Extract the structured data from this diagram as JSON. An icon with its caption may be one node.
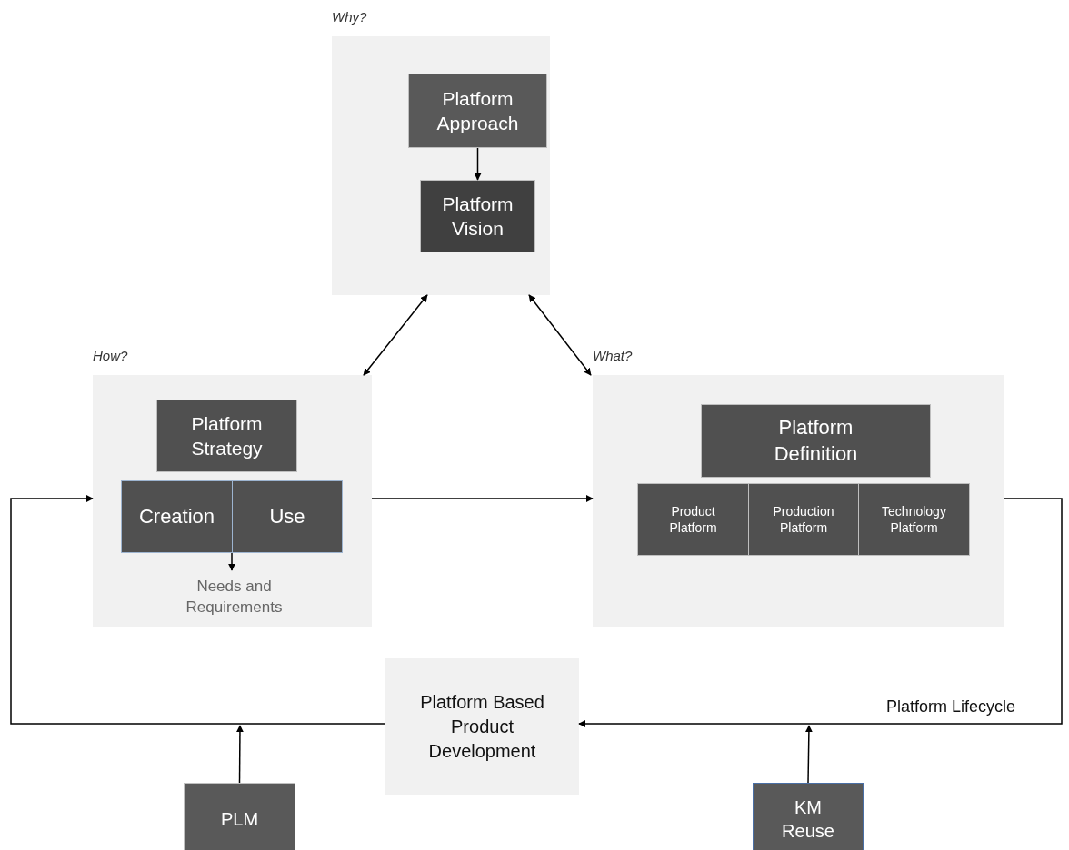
{
  "diagram": {
    "nodes": [
      {
        "text": [
          "Why?"
        ]
      },
      {
        "text": [
          "Platform Approach"
        ],
        "in": 0
      },
      {
        "text": [
          "Platform Vision"
        ],
        "in": 0
      },
      {
        "text": [
          "How?"
        ]
      },
      {
        "text": [
          "Platform Strategy"
        ],
        "in": 3
      },
      {
        "text": [
          "Creation"
        ],
        "in": 3
      },
      {
        "text": [
          "Use"
        ],
        "in": 3
      },
      {
        "text": [
          "Needs and Requirements"
        ],
        "in": 3
      },
      {
        "text": [
          "What?"
        ]
      },
      {
        "text": [
          "Platform Definition"
        ],
        "in": 8
      },
      {
        "text": [
          "Product Platform"
        ],
        "in": 8
      },
      {
        "text": [
          "Production Platform"
        ],
        "in": 8
      },
      {
        "text": [
          "Technology Platform"
        ],
        "in": 8
      },
      {
        "text": [
          "Platform Based Product Development"
        ]
      },
      {
        "text": [
          "PLM"
        ]
      },
      {
        "text": [
          "KM Reuse"
        ]
      }
    ],
    "edges": [
      {
        "from": 1,
        "to": 2,
        "arrow": "to"
      },
      {
        "from": 3,
        "to": 0,
        "arrow": "both"
      },
      {
        "from": 0,
        "to": 8,
        "arrow": "both"
      },
      {
        "from": 5,
        "to": 7,
        "arrow": "to"
      },
      {
        "from": 3,
        "to": 8,
        "arrow": "to"
      },
      {
        "from": 8,
        "to": 13,
        "arrow": "to",
        "label": "Platform Lifecycle"
      },
      {
        "from": 13,
        "to": 3,
        "arrow": "to"
      },
      {
        "from": 14,
        "to": null,
        "arrow": "to"
      },
      {
        "from": 15,
        "to": null,
        "arrow": "to"
      }
    ]
  }
}
